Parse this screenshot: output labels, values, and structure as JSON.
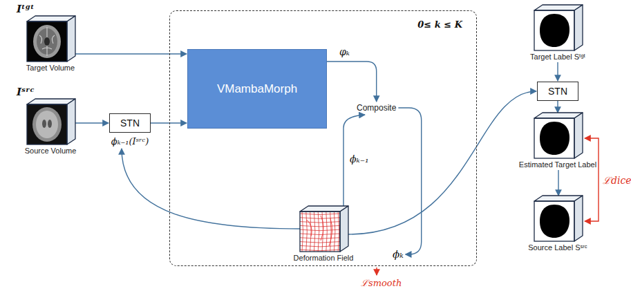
{
  "diagram": {
    "nodes": [
      {
        "text": [
          "Iᵗᵍᵗ",
          "Target Volume"
        ]
      },
      {
        "text": [
          "Iˢʳᶜ",
          "Source Volume"
        ]
      },
      {
        "text": [
          "STN",
          "ϕₖ₋₁(Iˢʳᶜ)"
        ]
      },
      {
        "text": [
          "0≤ k ≤ K"
        ]
      },
      {
        "text": [
          "VMambaMorph"
        ],
        "in": 3
      },
      {
        "text": [
          "Composite"
        ],
        "in": 3
      },
      {
        "text": [
          "Deformation Field",
          "ϕₖ"
        ],
        "in": 3
      },
      {
        "text": [
          "Target Label Sᵗᵍᵗ"
        ]
      },
      {
        "text": [
          "STN"
        ]
      },
      {
        "text": [
          "Estimated Target Label"
        ]
      },
      {
        "text": [
          "Source Label Sˢʳᶜ"
        ]
      }
    ],
    "edges": [
      {
        "from": 0,
        "to": 4,
        "arrow": "to"
      },
      {
        "from": 1,
        "to": 2,
        "arrow": "to"
      },
      {
        "from": 2,
        "to": 4,
        "arrow": "to"
      },
      {
        "from": 4,
        "to": 5,
        "label": "φₖ",
        "arrow": "to"
      },
      {
        "from": 6,
        "to": 5,
        "label": "ϕₖ₋₁",
        "arrow": "to"
      },
      {
        "from": 5,
        "to": 6,
        "arrow": "to"
      },
      {
        "from": 6,
        "to": 2,
        "arrow": "to"
      },
      {
        "from": 6,
        "to": 8,
        "arrow": "to"
      },
      {
        "from": 7,
        "to": 8,
        "arrow": "to"
      },
      {
        "from": 8,
        "to": 9,
        "arrow": "to"
      },
      {
        "from": 9,
        "to": 10,
        "arrow": "to"
      },
      {
        "from": 9,
        "to": 10,
        "label": "ℒdice",
        "arrow": "both"
      }
    ],
    "labels": [
      "ℒsmooth"
    ]
  }
}
